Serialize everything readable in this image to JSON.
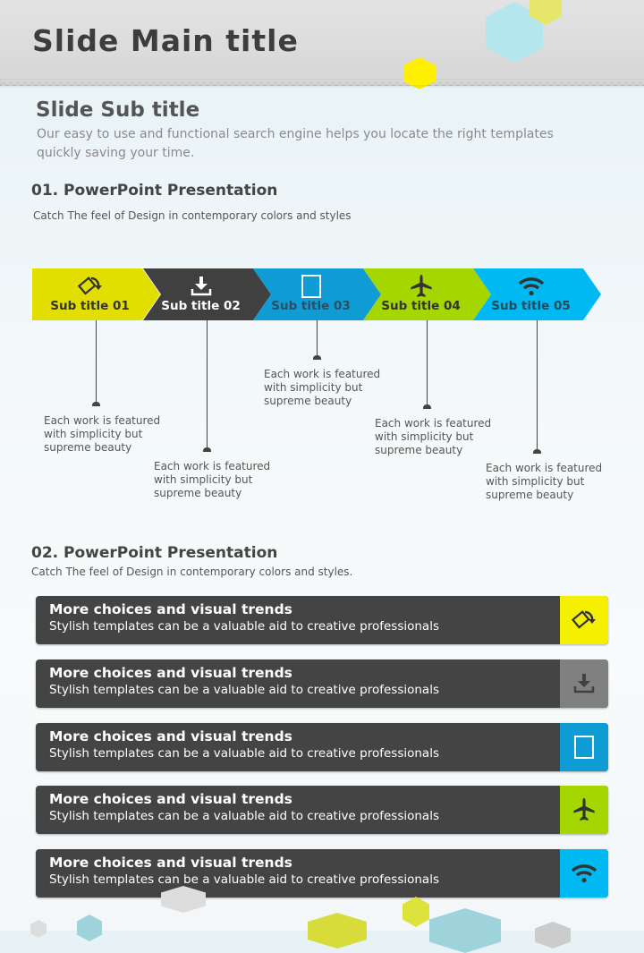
{
  "header": {
    "title": "Slide Main title"
  },
  "intro": {
    "subtitle": "Slide Sub title",
    "description": "Our easy to use and functional search engine helps you locate the right templates quickly saving your time."
  },
  "section1": {
    "heading": "01. PowerPoint Presentation",
    "caption": "Catch The feel of Design in contemporary colors and styles",
    "steps": [
      {
        "label": "Sub title 01",
        "icon": "rotate-device-icon",
        "color": "#e2df00",
        "text": "Each work is featured with simplicity but supreme beauty"
      },
      {
        "label": "Sub title 02",
        "icon": "download-icon",
        "color": "#404040",
        "text": "Each work is featured with simplicity but supreme beauty"
      },
      {
        "label": "Sub title 03",
        "icon": "tablet-icon",
        "color": "#0f9bd3",
        "text": "Each work is featured with simplicity but supreme beauty"
      },
      {
        "label": "Sub title 04",
        "icon": "airplane-icon",
        "color": "#a5d600",
        "text": "Each work is featured with simplicity but supreme beauty"
      },
      {
        "label": "Sub title 05",
        "icon": "wifi-icon",
        "color": "#00b9f2",
        "text": "Each work is featured with simplicity but supreme beauty"
      }
    ]
  },
  "section2": {
    "heading": "02. PowerPoint Presentation",
    "caption": "Catch The feel of Design in contemporary colors and styles.",
    "rows": [
      {
        "title": "More choices and visual trends",
        "text": "Stylish templates can be a valuable aid to creative professionals",
        "icon": "rotate-device-icon",
        "color": "#f5f000"
      },
      {
        "title": "More choices and visual trends",
        "text": "Stylish templates can be a valuable aid to creative professionals",
        "icon": "download-icon",
        "color": "#808080"
      },
      {
        "title": "More choices and visual trends",
        "text": "Stylish templates can be a valuable aid to creative professionals",
        "icon": "tablet-icon",
        "color": "#0f9bd3"
      },
      {
        "title": "More choices and visual trends",
        "text": "Stylish templates can be a valuable aid to creative professionals",
        "icon": "airplane-icon",
        "color": "#a5d600"
      },
      {
        "title": "More choices and visual trends",
        "text": "Stylish templates can be a valuable aid to creative professionals",
        "icon": "wifi-icon",
        "color": "#00b9f2"
      }
    ]
  }
}
